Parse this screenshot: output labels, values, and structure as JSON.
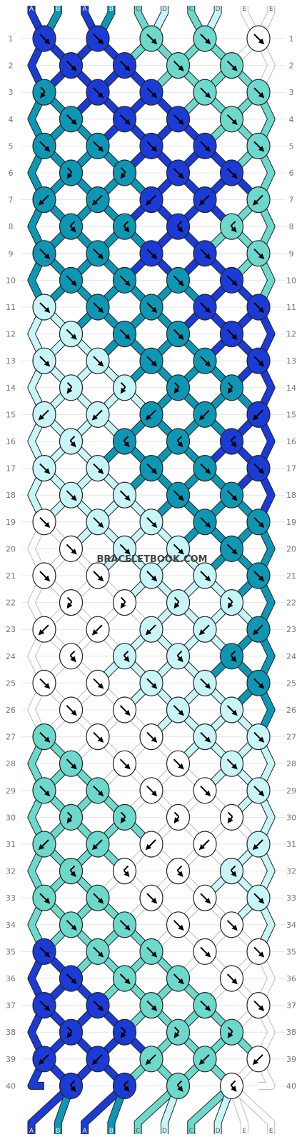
{
  "site": {
    "watermark": "BRACELETBOOK.COM"
  },
  "colors": {
    "A": "#1b3bd6",
    "B": "#0e97b5",
    "C": "#6dd9cc",
    "D": "#c8f6f8",
    "E": "#ffffff"
  },
  "strands": {
    "top": [
      "A",
      "B",
      "A",
      "B",
      "C",
      "D",
      "C",
      "D",
      "E",
      "E"
    ],
    "bottom": [
      "A",
      "B",
      "A",
      "B",
      "C",
      "D",
      "C",
      "D",
      "E",
      "E"
    ]
  },
  "rows": {
    "count": 40,
    "labels": [
      "1",
      "2",
      "3",
      "4",
      "5",
      "6",
      "7",
      "8",
      "9",
      "10",
      "11",
      "12",
      "13",
      "14",
      "15",
      "16",
      "17",
      "18",
      "19",
      "20",
      "21",
      "22",
      "23",
      "24",
      "25",
      "26",
      "27",
      "28",
      "29",
      "30",
      "31",
      "32",
      "33",
      "34",
      "35",
      "36",
      "37",
      "38",
      "39",
      "40"
    ]
  },
  "knots": [
    [
      {
        "c": "A",
        "a": "f"
      },
      {
        "c": "A",
        "a": "f"
      },
      {
        "c": "C",
        "a": "f"
      },
      {
        "c": "C",
        "a": "f"
      },
      {
        "c": "E",
        "a": "f"
      }
    ],
    [
      {
        "c": "A",
        "a": "f"
      },
      {
        "c": "A",
        "a": "f"
      },
      {
        "c": "C",
        "a": "f"
      },
      {
        "c": "C",
        "a": "f"
      }
    ],
    [
      {
        "c": "B",
        "a": "fb"
      },
      {
        "c": "A",
        "a": "f"
      },
      {
        "c": "A",
        "a": "f"
      },
      {
        "c": "C",
        "a": "f"
      },
      {
        "c": "C",
        "a": "f"
      }
    ],
    [
      {
        "c": "B",
        "a": "f"
      },
      {
        "c": "A",
        "a": "f"
      },
      {
        "c": "A",
        "a": "f"
      },
      {
        "c": "C",
        "a": "f"
      }
    ],
    [
      {
        "c": "B",
        "a": "f"
      },
      {
        "c": "B",
        "a": "f"
      },
      {
        "c": "A",
        "a": "f"
      },
      {
        "c": "A",
        "a": "f"
      },
      {
        "c": "C",
        "a": "f"
      }
    ],
    [
      {
        "c": "B",
        "a": "fb"
      },
      {
        "c": "B",
        "a": "fb"
      },
      {
        "c": "A",
        "a": "f"
      },
      {
        "c": "A",
        "a": "f"
      }
    ],
    [
      {
        "c": "B",
        "a": "b"
      },
      {
        "c": "B",
        "a": "b"
      },
      {
        "c": "A",
        "a": "b"
      },
      {
        "c": "A",
        "a": "b"
      },
      {
        "c": "C",
        "a": "b"
      }
    ],
    [
      {
        "c": "B",
        "a": "bf"
      },
      {
        "c": "B",
        "a": "bf"
      },
      {
        "c": "A",
        "a": "bf"
      },
      {
        "c": "C",
        "a": "bf"
      }
    ],
    [
      {
        "c": "B",
        "a": "f"
      },
      {
        "c": "B",
        "a": "f"
      },
      {
        "c": "A",
        "a": "f"
      },
      {
        "c": "A",
        "a": "f"
      },
      {
        "c": "C",
        "a": "f"
      }
    ],
    [
      {
        "c": "B",
        "a": "f"
      },
      {
        "c": "B",
        "a": "f"
      },
      {
        "c": "B",
        "a": "f"
      },
      {
        "c": "A",
        "a": "f"
      }
    ],
    [
      {
        "c": "D",
        "a": "f"
      },
      {
        "c": "B",
        "a": "f"
      },
      {
        "c": "B",
        "a": "f"
      },
      {
        "c": "A",
        "a": "f"
      },
      {
        "c": "A",
        "a": "f"
      }
    ],
    [
      {
        "c": "D",
        "a": "f"
      },
      {
        "c": "B",
        "a": "f"
      },
      {
        "c": "B",
        "a": "f"
      },
      {
        "c": "A",
        "a": "f"
      }
    ],
    [
      {
        "c": "D",
        "a": "f"
      },
      {
        "c": "D",
        "a": "f"
      },
      {
        "c": "B",
        "a": "f"
      },
      {
        "c": "B",
        "a": "f"
      },
      {
        "c": "A",
        "a": "f"
      }
    ],
    [
      {
        "c": "D",
        "a": "fb"
      },
      {
        "c": "D",
        "a": "fb"
      },
      {
        "c": "B",
        "a": "fb"
      },
      {
        "c": "B",
        "a": "fb"
      }
    ],
    [
      {
        "c": "D",
        "a": "b"
      },
      {
        "c": "D",
        "a": "b"
      },
      {
        "c": "B",
        "a": "b"
      },
      {
        "c": "B",
        "a": "b"
      },
      {
        "c": "A",
        "a": "b"
      }
    ],
    [
      {
        "c": "D",
        "a": "bf"
      },
      {
        "c": "B",
        "a": "bf"
      },
      {
        "c": "B",
        "a": "bf"
      },
      {
        "c": "A",
        "a": "bf"
      }
    ],
    [
      {
        "c": "D",
        "a": "f"
      },
      {
        "c": "D",
        "a": "f"
      },
      {
        "c": "B",
        "a": "f"
      },
      {
        "c": "B",
        "a": "f"
      },
      {
        "c": "A",
        "a": "f"
      }
    ],
    [
      {
        "c": "D",
        "a": "f"
      },
      {
        "c": "D",
        "a": "f"
      },
      {
        "c": "B",
        "a": "f"
      },
      {
        "c": "B",
        "a": "f"
      }
    ],
    [
      {
        "c": "E",
        "a": "f"
      },
      {
        "c": "D",
        "a": "f"
      },
      {
        "c": "D",
        "a": "f"
      },
      {
        "c": "B",
        "a": "f"
      },
      {
        "c": "B",
        "a": "f"
      }
    ],
    [
      {
        "c": "E",
        "a": "f"
      },
      {
        "c": "D",
        "a": "f"
      },
      {
        "c": "D",
        "a": "f"
      },
      {
        "c": "B",
        "a": "f"
      }
    ],
    [
      {
        "c": "E",
        "a": "f"
      },
      {
        "c": "E",
        "a": "f"
      },
      {
        "c": "D",
        "a": "f"
      },
      {
        "c": "D",
        "a": "f"
      },
      {
        "c": "B",
        "a": "f"
      }
    ],
    [
      {
        "c": "E",
        "a": "fb"
      },
      {
        "c": "E",
        "a": "fb"
      },
      {
        "c": "D",
        "a": "fb"
      },
      {
        "c": "D",
        "a": "fb"
      }
    ],
    [
      {
        "c": "E",
        "a": "b"
      },
      {
        "c": "E",
        "a": "b"
      },
      {
        "c": "D",
        "a": "b"
      },
      {
        "c": "D",
        "a": "b"
      },
      {
        "c": "B",
        "a": "b"
      }
    ],
    [
      {
        "c": "E",
        "a": "bf"
      },
      {
        "c": "D",
        "a": "bf"
      },
      {
        "c": "D",
        "a": "bf"
      },
      {
        "c": "B",
        "a": "bf"
      }
    ],
    [
      {
        "c": "E",
        "a": "f"
      },
      {
        "c": "E",
        "a": "f"
      },
      {
        "c": "D",
        "a": "f"
      },
      {
        "c": "D",
        "a": "f"
      },
      {
        "c": "B",
        "a": "f"
      }
    ],
    [
      {
        "c": "E",
        "a": "f"
      },
      {
        "c": "E",
        "a": "f"
      },
      {
        "c": "D",
        "a": "f"
      },
      {
        "c": "D",
        "a": "f"
      }
    ],
    [
      {
        "c": "C",
        "a": "f"
      },
      {
        "c": "E",
        "a": "f"
      },
      {
        "c": "E",
        "a": "f"
      },
      {
        "c": "D",
        "a": "f"
      },
      {
        "c": "D",
        "a": "f"
      }
    ],
    [
      {
        "c": "C",
        "a": "f"
      },
      {
        "c": "E",
        "a": "f"
      },
      {
        "c": "E",
        "a": "f"
      },
      {
        "c": "D",
        "a": "f"
      }
    ],
    [
      {
        "c": "C",
        "a": "f"
      },
      {
        "c": "C",
        "a": "f"
      },
      {
        "c": "E",
        "a": "f"
      },
      {
        "c": "E",
        "a": "f"
      },
      {
        "c": "D",
        "a": "f"
      }
    ],
    [
      {
        "c": "C",
        "a": "fb"
      },
      {
        "c": "C",
        "a": "fb"
      },
      {
        "c": "E",
        "a": "fb"
      },
      {
        "c": "E",
        "a": "fb"
      }
    ],
    [
      {
        "c": "C",
        "a": "b"
      },
      {
        "c": "C",
        "a": "b"
      },
      {
        "c": "E",
        "a": "b"
      },
      {
        "c": "E",
        "a": "b"
      },
      {
        "c": "D",
        "a": "b"
      }
    ],
    [
      {
        "c": "C",
        "a": "bf"
      },
      {
        "c": "E",
        "a": "bf"
      },
      {
        "c": "E",
        "a": "bf"
      },
      {
        "c": "D",
        "a": "bf"
      }
    ],
    [
      {
        "c": "C",
        "a": "f"
      },
      {
        "c": "C",
        "a": "f"
      },
      {
        "c": "E",
        "a": "f"
      },
      {
        "c": "E",
        "a": "f"
      },
      {
        "c": "D",
        "a": "f"
      }
    ],
    [
      {
        "c": "C",
        "a": "f"
      },
      {
        "c": "C",
        "a": "f"
      },
      {
        "c": "E",
        "a": "f"
      },
      {
        "c": "E",
        "a": "f"
      }
    ],
    [
      {
        "c": "A",
        "a": "f"
      },
      {
        "c": "C",
        "a": "f"
      },
      {
        "c": "C",
        "a": "f"
      },
      {
        "c": "E",
        "a": "f"
      },
      {
        "c": "E",
        "a": "f"
      }
    ],
    [
      {
        "c": "A",
        "a": "f"
      },
      {
        "c": "C",
        "a": "f"
      },
      {
        "c": "C",
        "a": "f"
      },
      {
        "c": "E",
        "a": "f"
      }
    ],
    [
      {
        "c": "A",
        "a": "f"
      },
      {
        "c": "A",
        "a": "f"
      },
      {
        "c": "C",
        "a": "f"
      },
      {
        "c": "C",
        "a": "f"
      },
      {
        "c": "E",
        "a": "f"
      }
    ],
    [
      {
        "c": "A",
        "a": "fb"
      },
      {
        "c": "A",
        "a": "fb"
      },
      {
        "c": "C",
        "a": "fb"
      },
      {
        "c": "C",
        "a": "fb"
      }
    ],
    [
      {
        "c": "A",
        "a": "b"
      },
      {
        "c": "A",
        "a": "b"
      },
      {
        "c": "C",
        "a": "b"
      },
      {
        "c": "C",
        "a": "b"
      },
      {
        "c": "E",
        "a": "b"
      }
    ],
    [
      {
        "c": "A",
        "a": "bf"
      },
      {
        "c": "A",
        "a": "bf"
      },
      {
        "c": "C",
        "a": "bf"
      },
      {
        "c": "E",
        "a": "bf"
      }
    ]
  ]
}
